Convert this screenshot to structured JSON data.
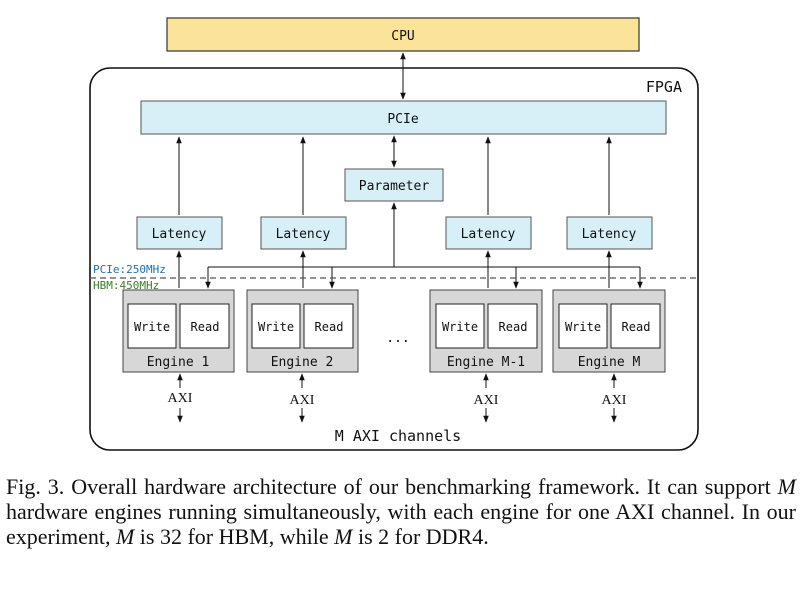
{
  "blocks": {
    "cpu": "CPU",
    "fpga": "FPGA",
    "pcie": "PCIe",
    "parameter": "Parameter",
    "latency": [
      "Latency",
      "Latency",
      "Latency",
      "Latency"
    ]
  },
  "clock_domains": {
    "pcie_clock": "PCIe:250MHz",
    "hbm_clock": "HBM:450MHz"
  },
  "engines": [
    {
      "name": "Engine 1",
      "write": "Write",
      "read": "Read",
      "axi": "AXI"
    },
    {
      "name": "Engine 2",
      "write": "Write",
      "read": "Read",
      "axi": "AXI"
    },
    {
      "name": "Engine M-1",
      "write": "Write",
      "read": "Read",
      "axi": "AXI"
    },
    {
      "name": "Engine M",
      "write": "Write",
      "read": "Read",
      "axi": "AXI"
    }
  ],
  "ellipsis": "...",
  "axi_channels": "M AXI channels",
  "caption": {
    "t1": "Fig. 3.  Overall hardware architecture of our benchmarking framework. It can support ",
    "m1": "M",
    "t2": " hardware engines running simultaneously, with each engine for one AXI channel. In our experiment, ",
    "m2": "M",
    "t3": " is 32 for HBM, while ",
    "m3": "M",
    "t4": " is 2 for DDR4."
  },
  "colors": {
    "cpu_fill": "#fbe49a",
    "blue_fill": "#d7f0f8",
    "engine_fill": "#d7d7d7",
    "pcie_clock_text": "#1f6fb2",
    "hbm_clock_text": "#3a7d2a"
  }
}
